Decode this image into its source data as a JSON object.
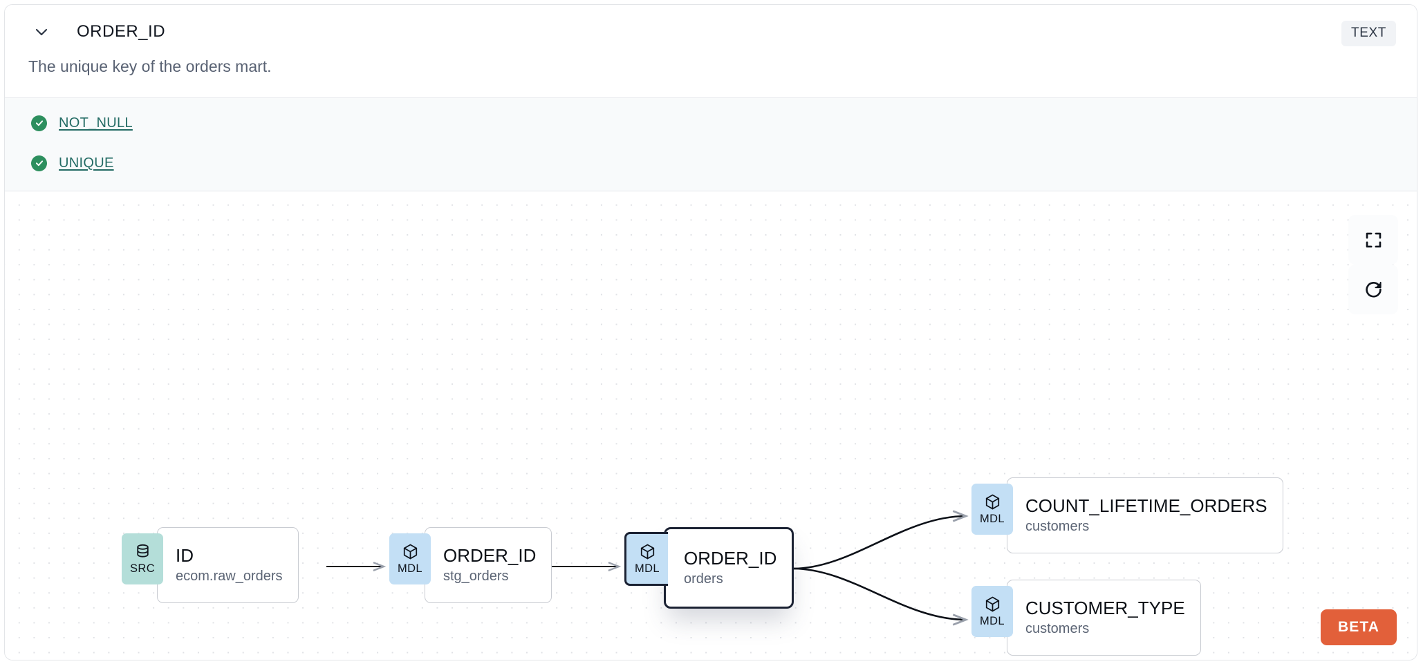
{
  "header": {
    "collapse_icon": "chevron-down-icon",
    "column_name": "ORDER_ID",
    "type_badge": "TEXT",
    "description": "The unique key of the orders mart."
  },
  "tests": [
    {
      "icon": "check-circle-icon",
      "label": "NOT_NULL"
    },
    {
      "icon": "check-circle-icon",
      "label": "UNIQUE"
    }
  ],
  "lineage": {
    "nodes": [
      {
        "id": "src",
        "kind": "SRC",
        "kind_icon": "database-icon",
        "column": "ID",
        "model": "ecom.raw_orders",
        "selected": false
      },
      {
        "id": "stg",
        "kind": "MDL",
        "kind_icon": "cube-icon",
        "column": "ORDER_ID",
        "model": "stg_orders",
        "selected": false
      },
      {
        "id": "orders",
        "kind": "MDL",
        "kind_icon": "cube-icon",
        "column": "ORDER_ID",
        "model": "orders",
        "selected": true
      },
      {
        "id": "clo",
        "kind": "MDL",
        "kind_icon": "cube-icon",
        "column": "COUNT_LIFETIME_ORDERS",
        "model": "customers",
        "selected": false
      },
      {
        "id": "ctype",
        "kind": "MDL",
        "kind_icon": "cube-icon",
        "column": "CUSTOMER_TYPE",
        "model": "customers",
        "selected": false
      }
    ],
    "edges": [
      {
        "from": "src",
        "to": "stg"
      },
      {
        "from": "stg",
        "to": "orders"
      },
      {
        "from": "orders",
        "to": "clo"
      },
      {
        "from": "orders",
        "to": "ctype"
      }
    ],
    "controls": [
      {
        "name": "fit-view-button",
        "icon": "fullscreen-icon"
      },
      {
        "name": "refresh-button",
        "icon": "refresh-icon"
      }
    ],
    "beta_badge": "BETA"
  },
  "colors": {
    "src_badge": "#b4ded9",
    "mdl_badge": "#c3dff5",
    "test_link": "#236b64",
    "test_check": "#2d8f5e",
    "beta": "#e2603a",
    "selected_border": "#1b2233"
  }
}
